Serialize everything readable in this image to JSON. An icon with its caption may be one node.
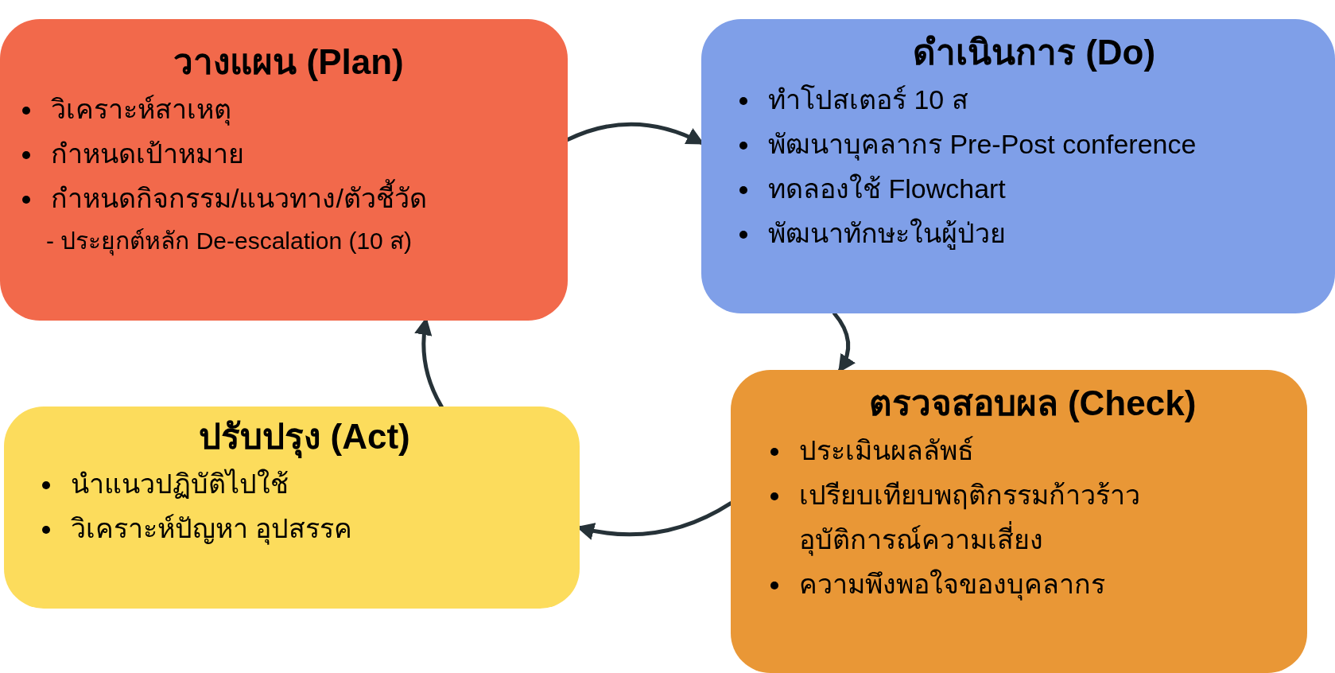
{
  "diagram": {
    "nodes": [
      {
        "text": [
          "วางแผน (Plan)",
          "วิเคราะห์สาเหตุ",
          "กำหนดเป้าหมาย",
          "กำหนดกิจกรรม/แนวทาง/ตัวชี้วัด",
          "- ประยุกต์หลัก De-escalation (10 ส)"
        ]
      },
      {
        "text": [
          "ดำเนินการ (Do)",
          "ทำโปสเตอร์ 10 ส",
          "พัฒนาบุคลากร Pre-Post conference",
          "ทดลองใช้ Flowchart",
          "พัฒนาทักษะในผู้ป่วย"
        ]
      },
      {
        "text": [
          "ตรวจสอบผล (Check)",
          "ประเมินผลลัพธ์",
          "เปรียบเทียบพฤติกรรมก้าวร้าวอุบัติการณ์ความเสี่ยง",
          "ความพึงพอใจของบุคลากร"
        ]
      },
      {
        "text": [
          "ปรับปรุง (Act)",
          "นำแนวปฏิบัติไปใช้",
          "วิเคราะห์ปัญหา อุปสรรค"
        ]
      }
    ],
    "edges": [
      {
        "from": 0,
        "to": 1,
        "arrow": "to"
      },
      {
        "from": 1,
        "to": 2,
        "arrow": "to"
      },
      {
        "from": 2,
        "to": 3,
        "arrow": "to"
      },
      {
        "from": 3,
        "to": 0,
        "arrow": "to"
      }
    ]
  }
}
